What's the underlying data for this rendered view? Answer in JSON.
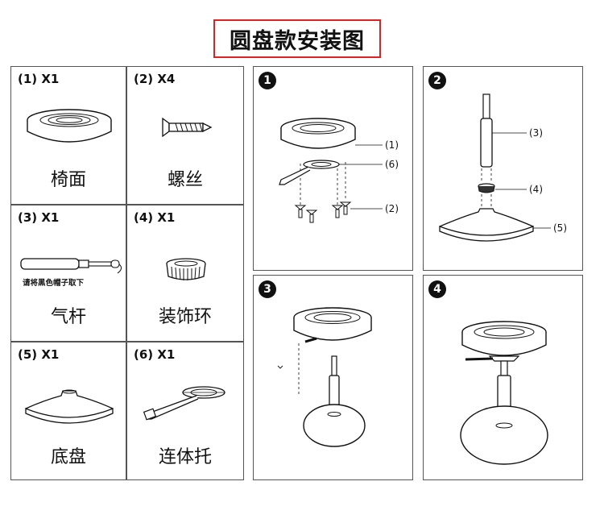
{
  "title": "圆盘款安装图",
  "parts": [
    {
      "label": "(1) X1",
      "name": "椅面"
    },
    {
      "label": "(2) X4",
      "name": "螺丝"
    },
    {
      "label": "(3) X1",
      "name": "气杆",
      "note": "请将黑色帽子取下"
    },
    {
      "label": "(4) X1",
      "name": "装饰环"
    },
    {
      "label": "(5) X1",
      "name": "底盘"
    },
    {
      "label": "(6) X1",
      "name": "连体托"
    }
  ],
  "steps": [
    {
      "number": "1",
      "callouts": [
        "(1)",
        "(6)",
        "(2)"
      ]
    },
    {
      "number": "2",
      "callouts": [
        "(3)",
        "(4)",
        "(5)"
      ]
    },
    {
      "number": "3"
    },
    {
      "number": "4"
    }
  ]
}
